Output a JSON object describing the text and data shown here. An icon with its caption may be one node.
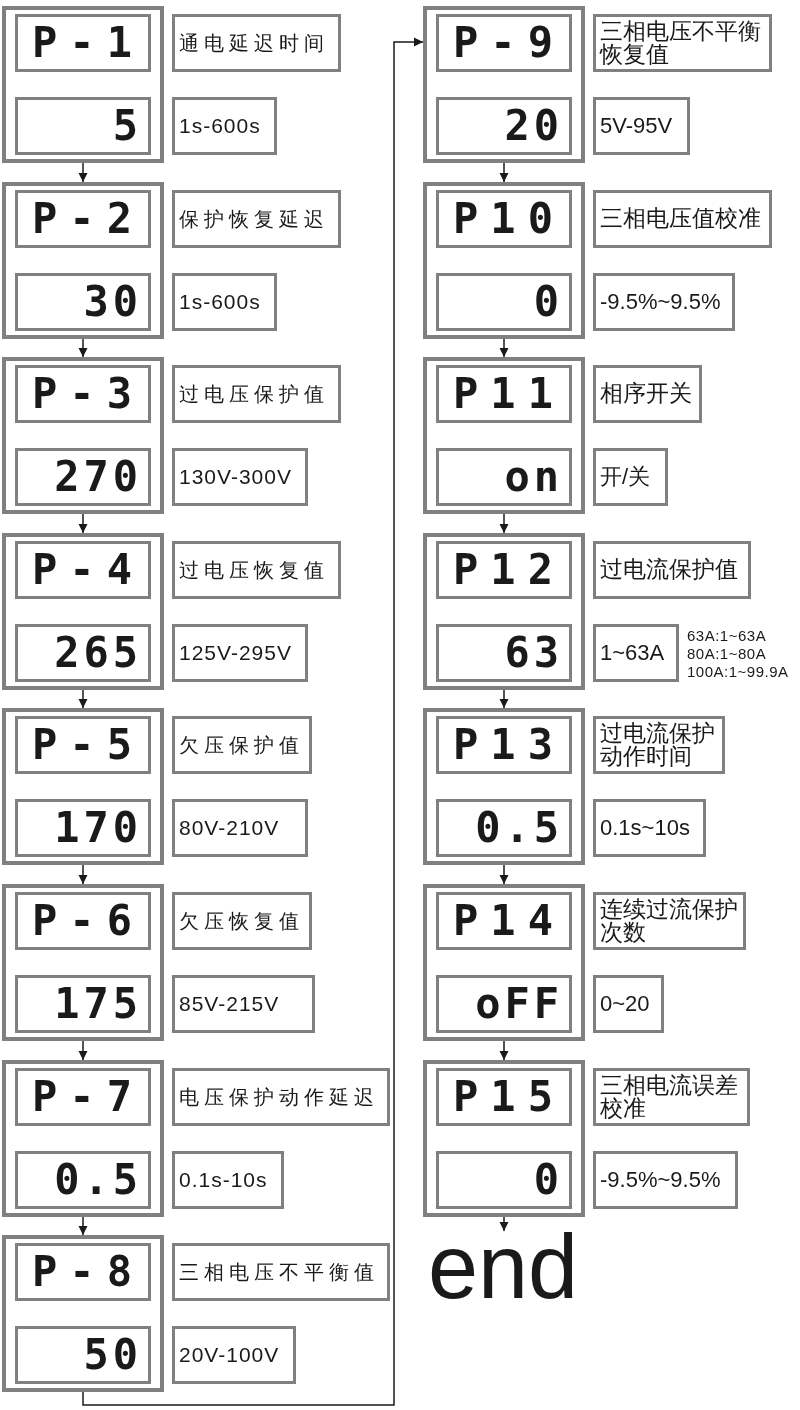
{
  "diagram": {
    "nodes": [
      {
        "text": [],
        "shape": "box"
      },
      {
        "text": [
          "P-1"
        ],
        "in": 0
      },
      {
        "text": [
          "通电延迟时间"
        ]
      },
      {
        "text": [
          "5"
        ],
        "in": 0
      },
      {
        "text": [
          "1s-600s"
        ]
      },
      {
        "text": [],
        "shape": "box"
      },
      {
        "text": [
          "P-2"
        ],
        "in": 5
      },
      {
        "text": [
          "保护恢复延迟"
        ]
      },
      {
        "text": [
          "30"
        ],
        "in": 5
      },
      {
        "text": [
          "1s-600s"
        ]
      },
      {
        "text": [],
        "shape": "box"
      },
      {
        "text": [
          "P-3"
        ],
        "in": 10
      },
      {
        "text": [
          "过电压保护值"
        ]
      },
      {
        "text": [
          "270"
        ],
        "in": 10
      },
      {
        "text": [
          "130V-300V"
        ]
      },
      {
        "text": [],
        "shape": "box"
      },
      {
        "text": [
          "P-4"
        ],
        "in": 15
      },
      {
        "text": [
          "过电压恢复值"
        ]
      },
      {
        "text": [
          "265"
        ],
        "in": 15
      },
      {
        "text": [
          "125V-295V"
        ]
      },
      {
        "text": [],
        "shape": "box"
      },
      {
        "text": [
          "P-5"
        ],
        "in": 20
      },
      {
        "text": [
          "欠压保护值"
        ]
      },
      {
        "text": [
          "170"
        ],
        "in": 20
      },
      {
        "text": [
          "80V-210V"
        ]
      },
      {
        "text": [],
        "shape": "box"
      },
      {
        "text": [
          "P-6"
        ],
        "in": 25
      },
      {
        "text": [
          "欠压恢复值"
        ]
      },
      {
        "text": [
          "175"
        ],
        "in": 25
      },
      {
        "text": [
          "85V-215V"
        ]
      },
      {
        "text": [],
        "shape": "box"
      },
      {
        "text": [
          "P-7"
        ],
        "in": 30
      },
      {
        "text": [
          "电压保护动作延迟"
        ]
      },
      {
        "text": [
          "0.5"
        ],
        "in": 30
      },
      {
        "text": [
          "0.1s-10s"
        ]
      },
      {
        "text": [],
        "shape": "box"
      },
      {
        "text": [
          "P-8"
        ],
        "in": 35
      },
      {
        "text": [
          "三相电压不平衡值"
        ]
      },
      {
        "text": [
          "50"
        ],
        "in": 35
      },
      {
        "text": [
          "20V-100V"
        ]
      },
      {
        "text": [],
        "shape": "box"
      },
      {
        "text": [
          "P-9"
        ],
        "in": 40
      },
      {
        "text": [
          "三相电压不平衡恢复值"
        ]
      },
      {
        "text": [
          "20"
        ],
        "in": 40
      },
      {
        "text": [
          "5V-95V"
        ]
      },
      {
        "text": [],
        "shape": "box"
      },
      {
        "text": [
          "P10"
        ],
        "in": 45
      },
      {
        "text": [
          "三相电压值校准"
        ]
      },
      {
        "text": [
          "0"
        ],
        "in": 45
      },
      {
        "text": [
          "-9.5%~9.5%"
        ]
      },
      {
        "text": [],
        "shape": "box"
      },
      {
        "text": [
          "P11"
        ],
        "in": 50
      },
      {
        "text": [
          "相序开关"
        ]
      },
      {
        "text": [
          "on"
        ],
        "in": 50
      },
      {
        "text": [
          "开/关"
        ]
      },
      {
        "text": [],
        "shape": "box"
      },
      {
        "text": [
          "P12"
        ],
        "in": 55
      },
      {
        "text": [
          "过电流保护值"
        ]
      },
      {
        "text": [
          "63"
        ],
        "in": 55
      },
      {
        "text": [
          "1~63A"
        ],
        "beside": [
          "63A:1~63A",
          "80A:1~80A",
          "100A:1~99.9A"
        ]
      },
      {
        "text": [],
        "shape": "box"
      },
      {
        "text": [
          "P13"
        ],
        "in": 60
      },
      {
        "text": [
          "过电流保护动作时间"
        ]
      },
      {
        "text": [
          "0.5"
        ],
        "in": 60
      },
      {
        "text": [
          "0.1s~10s"
        ]
      },
      {
        "text": [],
        "shape": "box"
      },
      {
        "text": [
          "P14"
        ],
        "in": 65
      },
      {
        "text": [
          "连续过流保护次数"
        ]
      },
      {
        "text": [
          "oFF"
        ],
        "in": 65
      },
      {
        "text": [
          "0~20"
        ]
      },
      {
        "text": [],
        "shape": "box"
      },
      {
        "text": [
          "P15"
        ],
        "in": 70
      },
      {
        "text": [
          "三相电流误差校准"
        ]
      },
      {
        "text": [
          "0"
        ],
        "in": 70
      },
      {
        "text": [
          "-9.5%~9.5%"
        ]
      },
      {
        "text": [
          "end"
        ]
      }
    ],
    "edges": [
      {
        "from": 0,
        "to": 5,
        "arrow": "to"
      },
      {
        "from": 5,
        "to": 10,
        "arrow": "to"
      },
      {
        "from": 10,
        "to": 15,
        "arrow": "to"
      },
      {
        "from": 15,
        "to": 20,
        "arrow": "to"
      },
      {
        "from": 20,
        "to": 25,
        "arrow": "to"
      },
      {
        "from": 25,
        "to": 30,
        "arrow": "to"
      },
      {
        "from": 30,
        "to": 35,
        "arrow": "to"
      },
      {
        "from": 35,
        "to": 40,
        "arrow": "to"
      },
      {
        "from": 40,
        "to": 45,
        "arrow": "to"
      },
      {
        "from": 45,
        "to": 50,
        "arrow": "to"
      },
      {
        "from": 50,
        "to": 55,
        "arrow": "to"
      },
      {
        "from": 55,
        "to": 60,
        "arrow": "to"
      },
      {
        "from": 60,
        "to": 65,
        "arrow": "to"
      },
      {
        "from": 65,
        "to": 70,
        "arrow": "to"
      },
      {
        "from": 70,
        "to": 75,
        "arrow": "to"
      }
    ]
  }
}
